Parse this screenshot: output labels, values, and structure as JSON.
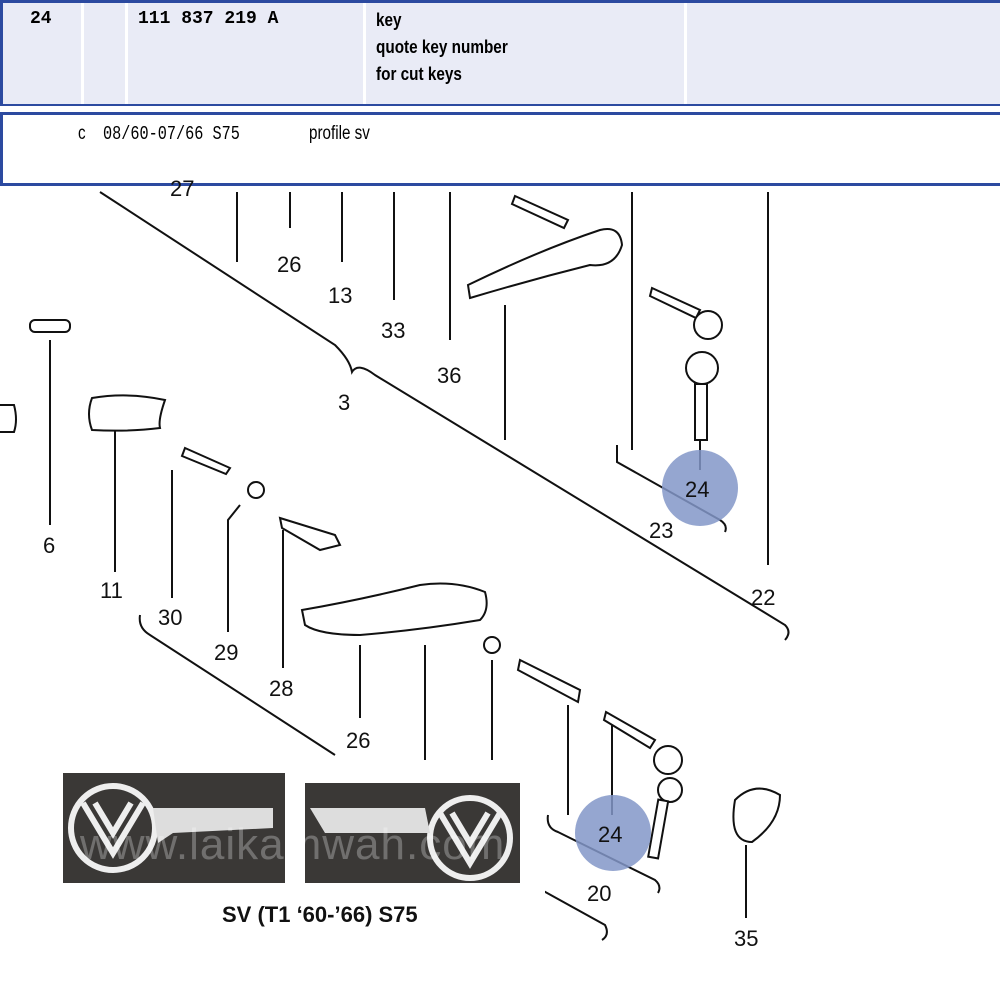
{
  "parts_row": {
    "item": "24",
    "part_number": "111 837 219 A",
    "description": [
      "key",
      "quote key number",
      "for cut keys"
    ]
  },
  "note_row": {
    "code": "c",
    "date_range": "08/60-07/66 S75",
    "remark": "profile sv"
  },
  "diagram": {
    "callouts": [
      "27",
      "26",
      "13",
      "33",
      "36",
      "3",
      "6",
      "11",
      "30",
      "29",
      "28",
      "26",
      "23",
      "22",
      "20",
      "35"
    ],
    "highlight": [
      "24",
      "24"
    ],
    "highlight_color": "#8296c8"
  },
  "photo": {
    "caption": "SV (T1 ‘60-’66) S75",
    "watermark": "www.laikamwah.com"
  }
}
